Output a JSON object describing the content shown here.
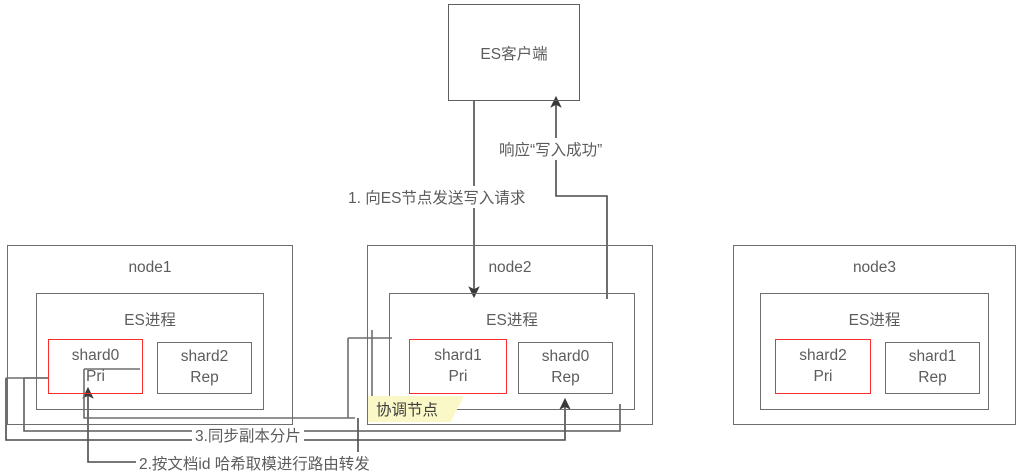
{
  "diagram": {
    "title_client": "ES客户端",
    "process_label": "ES进程",
    "coordinating_node_label": "协调节点",
    "colors": {
      "primary_shard_border": "#fb2c2c",
      "box_border": "#6e6e6e",
      "text": "#5c5c5c",
      "highlight": "#fbf8c8"
    },
    "nodes": [
      {
        "name": "node1",
        "process": "ES进程",
        "shards": [
          {
            "id": "shard0",
            "role": "Pri",
            "primary": true
          },
          {
            "id": "shard2",
            "role": "Rep",
            "primary": false
          }
        ]
      },
      {
        "name": "node2",
        "process": "ES进程",
        "coordinating": "协调节点",
        "shards": [
          {
            "id": "shard1",
            "role": "Pri",
            "primary": true
          },
          {
            "id": "shard0",
            "role": "Rep",
            "primary": false
          }
        ]
      },
      {
        "name": "node3",
        "process": "ES进程",
        "shards": [
          {
            "id": "shard2",
            "role": "Pri",
            "primary": true
          },
          {
            "id": "shard1",
            "role": "Rep",
            "primary": false
          }
        ]
      }
    ],
    "flows": [
      {
        "step": "1",
        "label": "1. 向ES节点发送写入请求"
      },
      {
        "step": "response",
        "label": "响应“写入成功”"
      },
      {
        "step": "2",
        "label": "2.按文档id 哈希取模进行路由转发"
      },
      {
        "step": "3",
        "label": "3.同步副本分片"
      }
    ]
  }
}
